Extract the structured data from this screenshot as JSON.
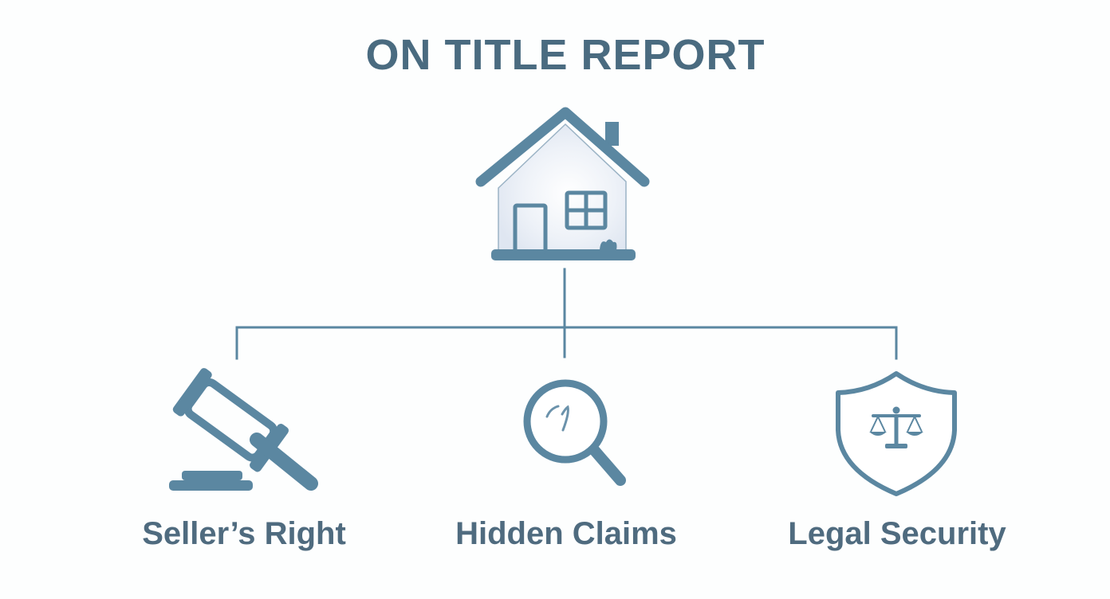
{
  "diagram": {
    "title": "ON TITLE REPORT",
    "root": {
      "icon": "house-icon"
    },
    "children": [
      {
        "label": "Seller’s Right",
        "icon": "gavel-icon"
      },
      {
        "label": "Hidden Claims",
        "icon": "magnifying-glass-icon"
      },
      {
        "label": "Legal Security",
        "icon": "shield-scales-icon"
      }
    ],
    "colors": {
      "primary": "#5b87a1",
      "text": "#4f6b7f",
      "title": "#4a6b80",
      "background": "#fdfefe"
    }
  }
}
